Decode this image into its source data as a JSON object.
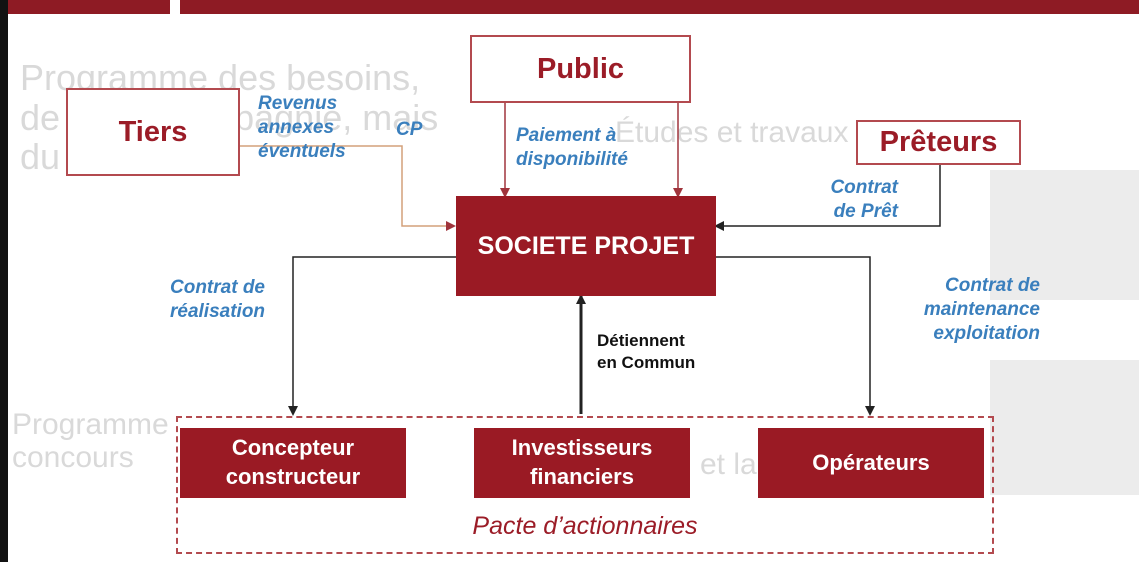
{
  "colors": {
    "accent": "#9a1a24",
    "outline": "#b34a4f",
    "label": "#3a7fbd",
    "dark": "#111111"
  },
  "nodes": {
    "public": "Public",
    "tiers": "Tiers",
    "preteurs": "Prêteurs",
    "societe": "SOCIETE PROJET",
    "concepteur": [
      "Concepteur",
      "constructeur"
    ],
    "investisseurs": [
      "Investisseurs",
      "financiers"
    ],
    "operateurs": "Opérateurs"
  },
  "labels": {
    "revenus": [
      "Revenus",
      "annexes",
      "éventuels"
    ],
    "cp": "CP",
    "paiement": [
      "Paiement à",
      "disponibilité"
    ],
    "contrat_pret": [
      "Contrat",
      "de Prêt"
    ],
    "contrat_realisation": [
      "Contrat de",
      "réalisation"
    ],
    "contrat_maintenance": [
      "Contrat de",
      "maintenance",
      "exploitation"
    ],
    "detiennent": [
      "Détiennent",
      "en Commun"
    ]
  },
  "pacte": "Pacte d’actionnaires",
  "background_text": {
    "top_left": [
      "Programme des besoins,",
      "de logos compagnie, mais",
      "du concours"
    ],
    "center_top": "Études et travaux",
    "bottom_left": [
      "Programme",
      "concours"
    ],
    "bottom_right": "et la"
  }
}
